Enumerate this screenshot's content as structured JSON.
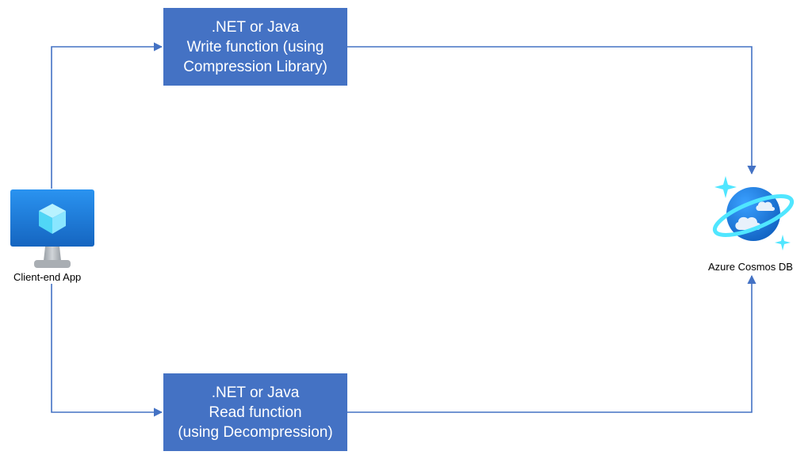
{
  "diagram": {
    "write_box": {
      "line1": ".NET or Java",
      "line2": "Write function (using",
      "line3": "Compression Library)"
    },
    "read_box": {
      "line1": ".NET or Java",
      "line2": "Read function",
      "line3": "(using Decompression)"
    },
    "client_app": {
      "label": "Client-end App",
      "icon": "virtual-machine-icon"
    },
    "cosmos_db": {
      "label": "Azure Cosmos DB",
      "icon": "azure-cosmos-db-icon"
    },
    "colors": {
      "box_fill": "#4472c4",
      "connector": "#4472c4",
      "icon_blue": "#1f7ad6",
      "icon_cyan": "#50e6ff"
    }
  }
}
